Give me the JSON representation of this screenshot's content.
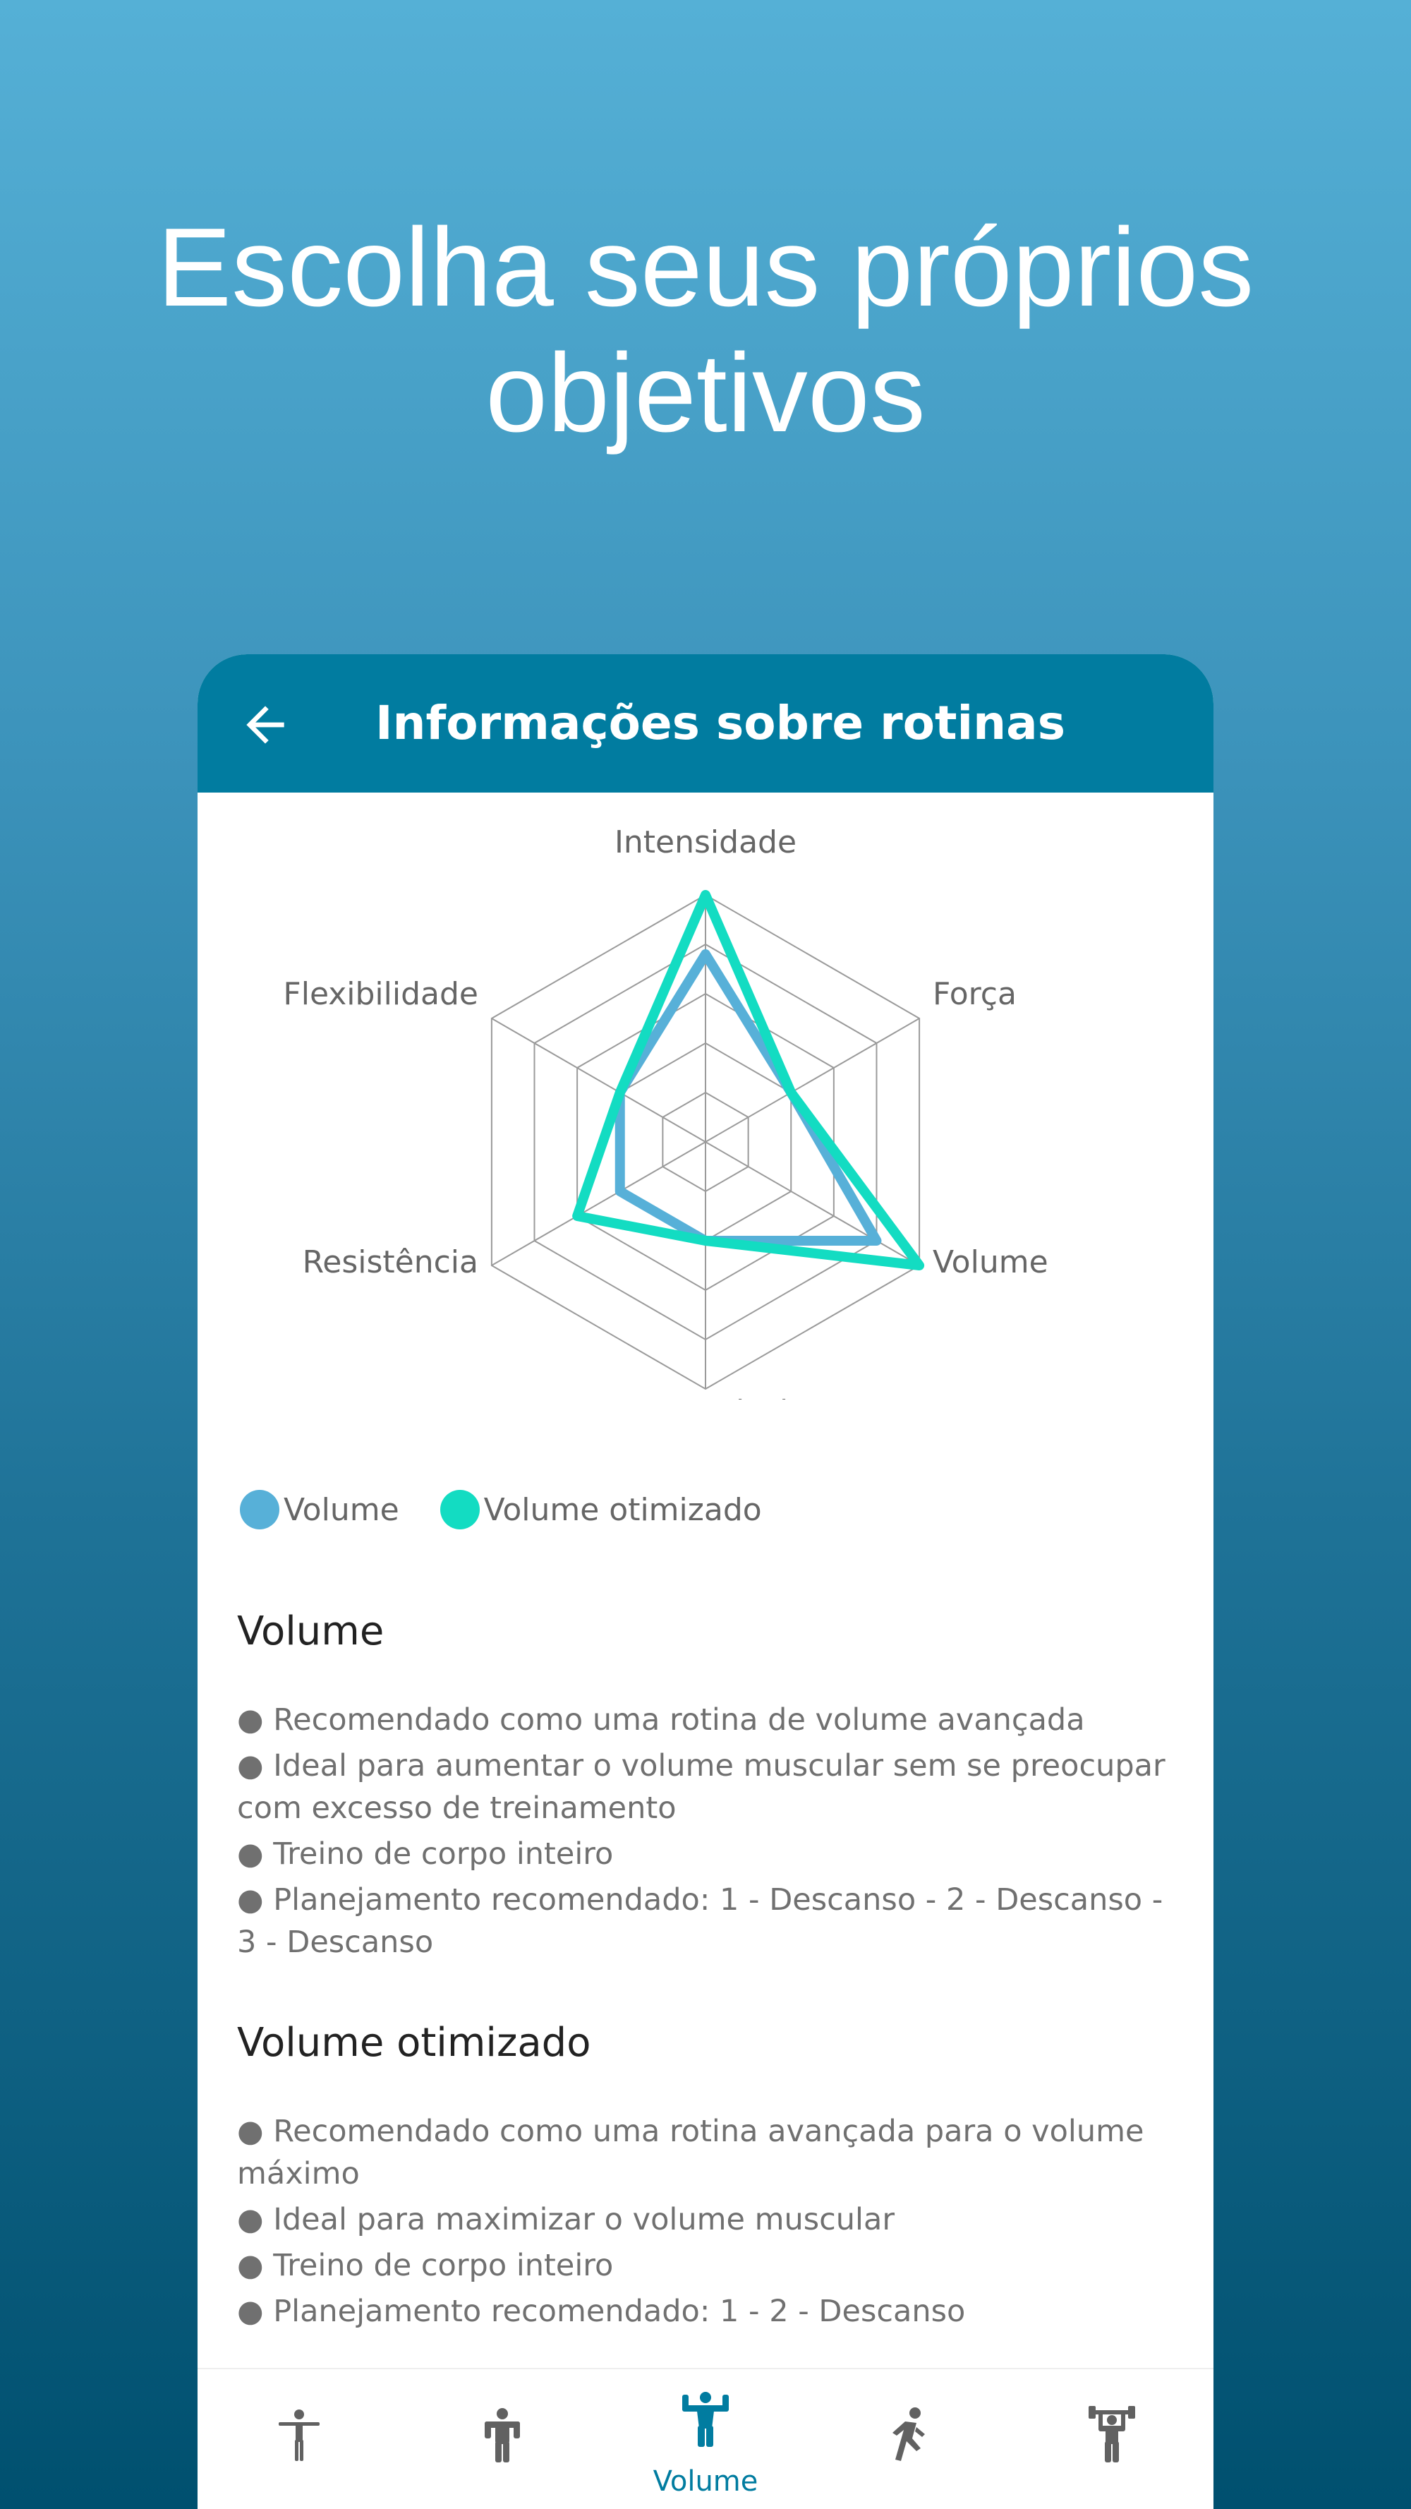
{
  "headline": {
    "line1": "Escolha seus próprios",
    "line2": "objetivos"
  },
  "appbar": {
    "title": "Informações sobre rotinas",
    "back_icon": "arrow-back-icon"
  },
  "colors": {
    "appbar": "#017ca0",
    "series_volume": "#57b0d8",
    "series_optimized": "#13dcc2",
    "active_nav": "#017ca0"
  },
  "chart_data": {
    "type": "radar",
    "axes": [
      "Intensidade",
      "Força",
      "Volume",
      "Força explosiva",
      "Resistência",
      "Flexibilidade"
    ],
    "scale": [
      0,
      5
    ],
    "grid": true,
    "legend_position": "bottom-left",
    "series": [
      {
        "name": "Volume",
        "values": [
          3.8,
          2.0,
          4.0,
          2.0,
          2.0,
          2.0
        ]
      },
      {
        "name": "Volume otimizado",
        "values": [
          5.0,
          2.0,
          5.0,
          2.0,
          3.0,
          2.0
        ]
      }
    ]
  },
  "legend": [
    {
      "label": "Volume",
      "color": "#57b0d8"
    },
    {
      "label": "Volume otimizado",
      "color": "#13dcc2"
    }
  ],
  "sections": [
    {
      "title": "Volume",
      "bullets": [
        "● Recomendado como uma rotina de volume avançada",
        "● Ideal para aumentar o volume muscular sem se preocupar com excesso de treinamento",
        "● Treino de corpo inteiro",
        "● Planejamento recomendado: 1 - Descanso - 2 - Descanso - 3 - Descanso"
      ]
    },
    {
      "title": "Volume otimizado",
      "bullets": [
        "● Recomendado como uma rotina avançada para o volume máximo",
        "● Ideal para maximizar o volume muscular",
        "● Treino de corpo inteiro",
        "● Planejamento recomendado: 1 - 2 - Descanso"
      ]
    }
  ],
  "bottom_nav": [
    {
      "icon": "person-slim-icon",
      "label": "",
      "active": false
    },
    {
      "icon": "person-strong-icon",
      "label": "",
      "active": false
    },
    {
      "icon": "person-muscular-icon",
      "label": "Volume",
      "active": true
    },
    {
      "icon": "running-icon",
      "label": "",
      "active": false
    },
    {
      "icon": "weightlifter-icon",
      "label": "",
      "active": false
    }
  ]
}
